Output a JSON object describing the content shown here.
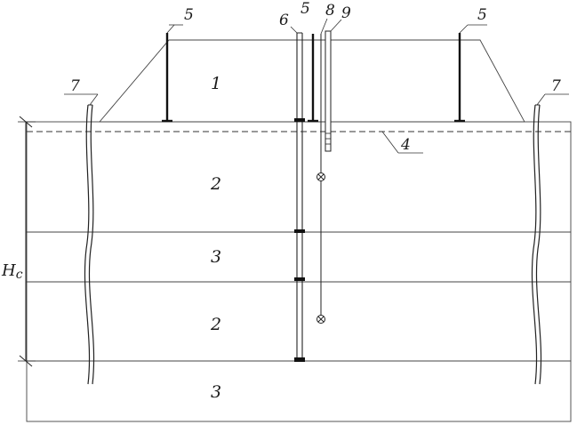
{
  "labels": {
    "embankment": "1",
    "clay_upper": "2",
    "clay_lower": "2",
    "sand_middle": "3",
    "sand_bottom": "3",
    "water_level": "4",
    "settlement_marker": "5",
    "deep_benchmark": "6",
    "vertical_drain": "7",
    "extensometer": "8",
    "piezometer": "9",
    "thickness": "Hc"
  },
  "colors": {
    "sand_fill": "#dcdcdc",
    "sand_dot": "#8a8a8a",
    "clay_fill": "#fafafa",
    "dash": "#555555",
    "ink": "#1a1a1a"
  }
}
